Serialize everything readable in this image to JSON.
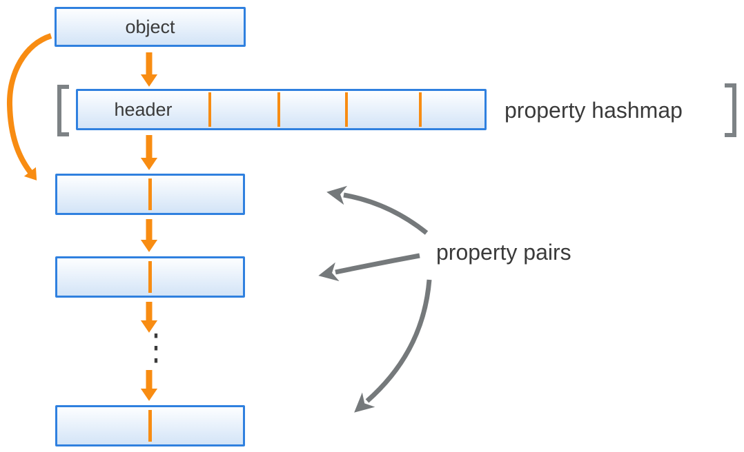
{
  "labels": {
    "object": "object",
    "header": "header",
    "property_hashmap": "property hashmap",
    "property_pairs": "property pairs",
    "ellipsis": "⋮"
  },
  "colors": {
    "accent_orange": "#F88C12",
    "box_border_blue": "#2F80DF",
    "box_fill_top": "#FDFEFF",
    "box_fill_bottom": "#D3E4F7",
    "arrow_gray": "#75797B",
    "bracket_gray": "#7D8285",
    "text_dark": "#3A3A3A"
  }
}
